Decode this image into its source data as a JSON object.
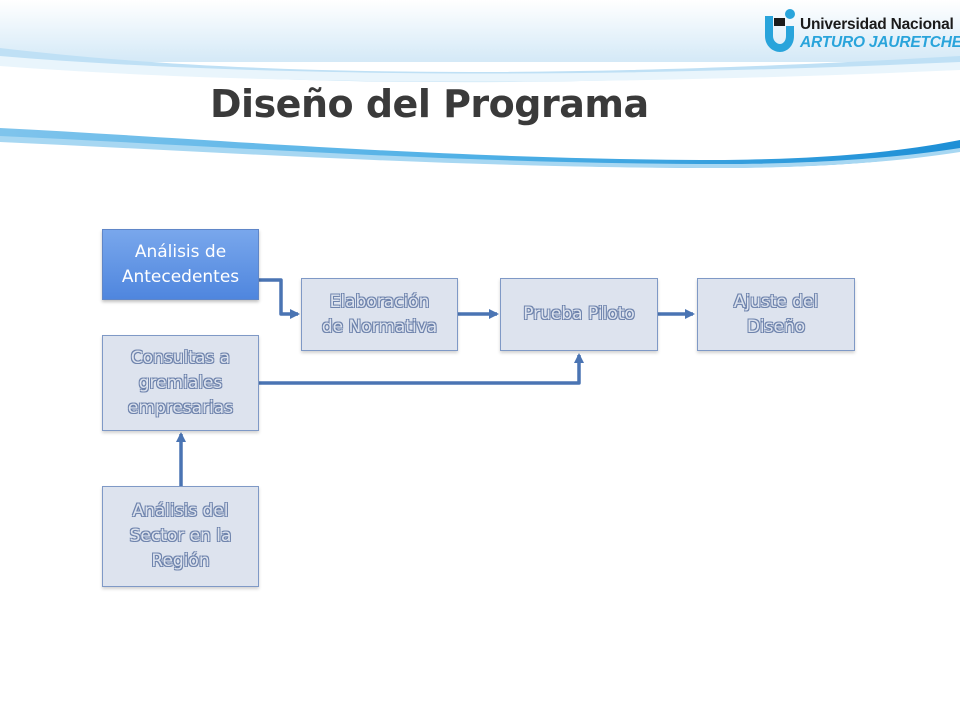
{
  "slide": {
    "title": "Diseño del Programa"
  },
  "logo": {
    "line1": "Universidad Nacional",
    "line2": "ARTURO JAURETCHE"
  },
  "diagram": {
    "nodes": [
      {
        "id": "analisis-antecedentes",
        "lines": [
          "Análisis de",
          "Antecedentes"
        ],
        "state": "highlighted"
      },
      {
        "id": "elaboracion-normativa",
        "lines": [
          "Elaboración",
          "de Normativa"
        ],
        "state": "dimmed"
      },
      {
        "id": "prueba-piloto",
        "lines": [
          "Prueba Piloto"
        ],
        "state": "dimmed"
      },
      {
        "id": "ajuste-diseno",
        "lines": [
          "Ajuste del",
          "Diseño"
        ],
        "state": "dimmed"
      },
      {
        "id": "consultas-gremiales",
        "lines": [
          "Consultas a",
          "gremiales",
          "empresarias"
        ],
        "state": "dimmed"
      },
      {
        "id": "analisis-sector",
        "lines": [
          "Análisis del",
          "Sector en la",
          "Región"
        ],
        "state": "dimmed"
      }
    ],
    "edges": [
      {
        "from": "analisis-antecedentes",
        "to": "elaboracion-normativa"
      },
      {
        "from": "elaboracion-normativa",
        "to": "prueba-piloto"
      },
      {
        "from": "prueba-piloto",
        "to": "ajuste-diseno"
      },
      {
        "from": "consultas-gremiales",
        "to": "prueba-piloto"
      },
      {
        "from": "analisis-sector",
        "to": "consultas-gremiales"
      }
    ]
  },
  "colors": {
    "accent_blue": "#29a4db",
    "highlight_fill": "#4f86de",
    "box_fill": "#dde3ee",
    "connector": "#4a74b3",
    "title_text": "#3a3a3a"
  }
}
